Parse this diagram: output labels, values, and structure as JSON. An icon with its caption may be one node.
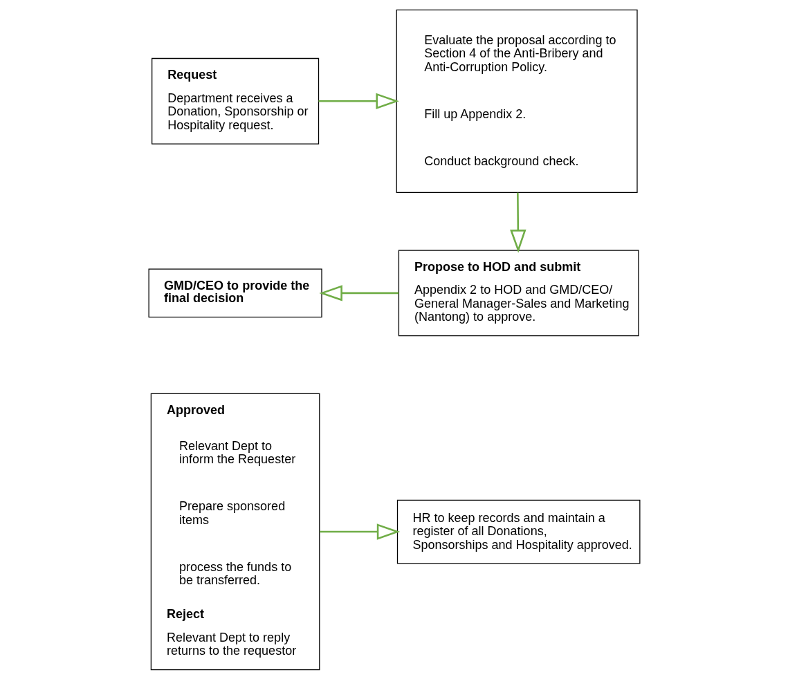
{
  "diagram": {
    "nodes": [
      {
        "text": [
          "Request",
          "Department receives a Donation, Sponsorship or Hospitality request."
        ]
      },
      {
        "text": [
          "Evaluate the proposal according to Section 4 of the Anti-Bribery and Anti-Corruption Policy.",
          "Fill up Appendix 2.",
          "Conduct background check."
        ]
      },
      {
        "text": [
          "Propose to HOD and submit",
          "Appendix 2 to HOD and GMD/CEO/ General Manager-Sales and Marketing (Nantong) to approve."
        ]
      },
      {
        "text": [
          "GMD/CEO to provide the final decision"
        ]
      },
      {
        "text": [
          "Approved",
          "Relevant Dept to inform the Requester",
          "Prepare sponsored items",
          "process the funds to be transferred.",
          "Reject",
          "Relevant Dept to reply returns to the requestor"
        ]
      },
      {
        "text": [
          "HR to keep records and maintain a register of all Donations, Sponsorships and Hospitality approved."
        ]
      }
    ],
    "edges": [
      {
        "from": 0,
        "to": 1,
        "arrow": "to"
      },
      {
        "from": 1,
        "to": 2,
        "arrow": "to"
      },
      {
        "from": 2,
        "to": 3,
        "arrow": "to"
      },
      {
        "from": 4,
        "to": 5,
        "arrow": "to"
      }
    ]
  }
}
